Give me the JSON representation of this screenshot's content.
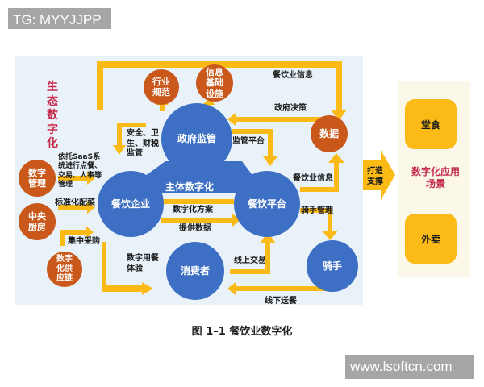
{
  "watermarks": {
    "top": "TG: MYYJJPP",
    "bottom": "www.lsoftcn.com"
  },
  "caption": "图 1–1 餐饮业数字化",
  "side_title": "生态数字化",
  "center_title": "主体数字化",
  "nodes": {
    "gov": "政府监管",
    "enterprise": "餐饮企业",
    "platform": "餐饮平台",
    "consumer": "消费者",
    "rider": "骑手",
    "industry_norms": "行业规范",
    "info_infra": "信息基础设施",
    "data": "数据",
    "digital_mgmt": "数字管理",
    "central_kitchen": "中央厨房",
    "supply_chain": "数字化供应链"
  },
  "labels": {
    "saas": "依托SaaS系统进行点餐、交易、人事等管理",
    "standard_dishes": "标准化配菜",
    "central_purchase": "集中采购",
    "safety": "安全、卫生、财税监管",
    "regulatory_platform": "监管平台",
    "gov_decision": "政府决策",
    "industry_info_top": "餐饮业信息",
    "industry_info_right": "餐饮业信息",
    "rider_mgmt": "骑手管理",
    "digital_solution": "数字化方案",
    "provide_data": "提供数据",
    "dining_experience": "数字用餐体验",
    "online_trade": "线上交易",
    "offline_delivery": "线下送餐",
    "build_support": "打造支撑"
  },
  "scenarios": {
    "title": "数字化应用场景",
    "items": [
      "堂食",
      "外卖"
    ]
  },
  "colors": {
    "arrow": "#fbba16",
    "blue": "#3d6fc4",
    "orange": "#c9581a",
    "panel": "#e8f2f8"
  }
}
